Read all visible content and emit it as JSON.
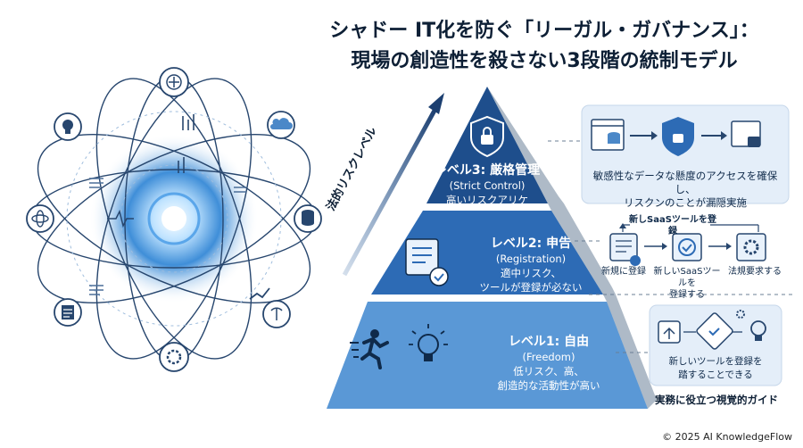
{
  "title": {
    "line1": "シャドー IT化を防ぐ「リーガル・ガバナンス」：",
    "line2": "現場の創造性を殺さない3段階の統制モデル"
  },
  "axis": {
    "label": "法的リスクレベル"
  },
  "levels": [
    {
      "title": "レベル3: 厳格管理",
      "subtitle": "(Strict Control)",
      "desc": "高いリスクアリケ",
      "color": "#1e4e8c"
    },
    {
      "title": "レベル2: 申告",
      "subtitle": "(Registration)",
      "desc": "適中リスク、\nツールが登録が必ない",
      "color": "#2d6bb5"
    },
    {
      "title": "レベル1: 自由",
      "subtitle": "(Freedom)",
      "desc": "低リスク、高、\n創造的な活動性が高い",
      "color": "#5a98d6"
    }
  ],
  "panels": {
    "top": {
      "caption": "敏感性なデータな懸度のアクセスを確保し、\nリスクンのことが漏隠実施"
    },
    "mid": {
      "header": "新しSaaSツールを登録",
      "steps": [
        "新規に登録",
        "新しいSaaSツールを\n登録する",
        "法規要求する"
      ]
    },
    "bottom": {
      "caption": "新しいツールを登録を\n踏することできる"
    }
  },
  "guide": "実務に役立つ視覚的ガイド",
  "footer": "© 2025 AI KnowledgeFlow",
  "icons": [
    "github-icon",
    "cloud-icon",
    "database-icon",
    "chart-icon",
    "shield-lock-icon",
    "document-check-icon",
    "runner-icon",
    "lightbulb-icon",
    "gear-icon",
    "lock-icon",
    "folder-icon",
    "network-icon"
  ]
}
